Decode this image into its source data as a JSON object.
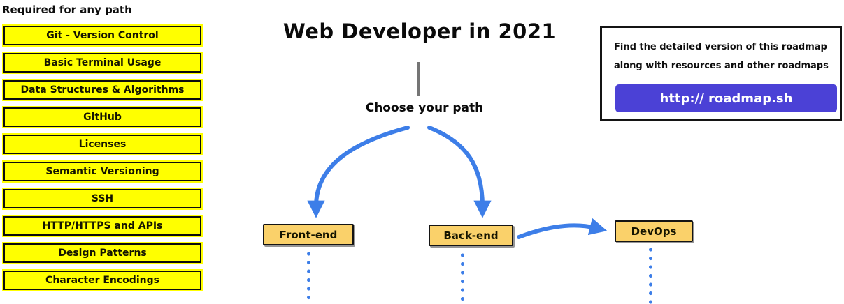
{
  "header": {
    "title": "Web Developer in 2021",
    "subtitle": "Choose your path"
  },
  "sidebar": {
    "heading": "Required for any path",
    "items": [
      {
        "label": "Git - Version Control"
      },
      {
        "label": "Basic Terminal Usage"
      },
      {
        "label": "Data Structures & Algorithms"
      },
      {
        "label": "GitHub"
      },
      {
        "label": "Licenses"
      },
      {
        "label": "Semantic Versioning"
      },
      {
        "label": "SSH"
      },
      {
        "label": "HTTP/HTTPS and APIs"
      },
      {
        "label": "Design Patterns"
      },
      {
        "label": "Character Encodings"
      }
    ]
  },
  "paths": {
    "frontend": {
      "label": "Front-end"
    },
    "backend": {
      "label": "Back-end"
    },
    "devops": {
      "label": "DevOps"
    }
  },
  "info_box": {
    "line1": "Find the detailed version of this roadmap",
    "line2": "along with resources and other roadmaps",
    "button_label": "http:// roadmap.sh"
  },
  "colors": {
    "highlight_yellow": "#FFFF00",
    "node_amber": "#FAD16A",
    "arrow_blue": "#3D7EE8",
    "button_purple": "#4B41D6",
    "connector_gray": "#757575"
  }
}
